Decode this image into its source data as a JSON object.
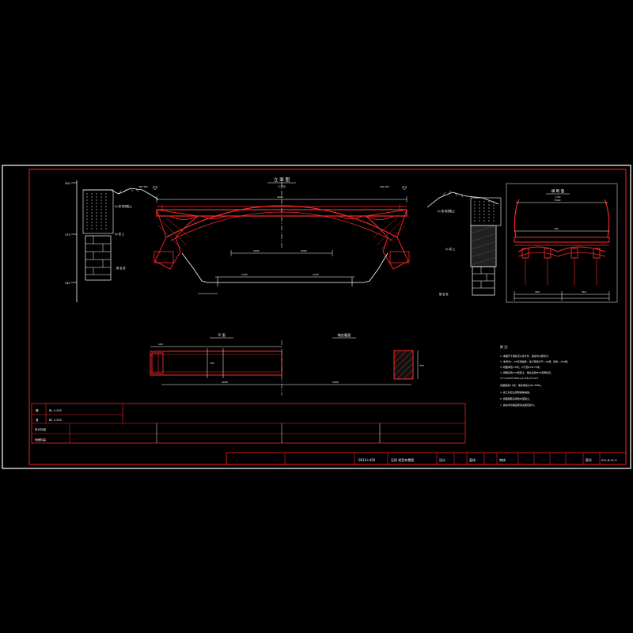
{
  "colors": {
    "background": "#000000",
    "frame": "#ffffff",
    "inner_frame": "#ff2020",
    "structure": "#ff2a2a",
    "dimension": "#ffffff",
    "text": "#ffffff",
    "label": "#ffffff",
    "accent": "#e8e800",
    "cyan": "#00e0e0"
  },
  "elevation_view": {
    "title": "立 面 图",
    "scale": "1:200"
  },
  "section_view": {
    "title": "横 断 面",
    "scale": "1:50"
  },
  "plan_view": {
    "title": "平 面",
    "side_title": "墩台截面"
  },
  "scale_block": {
    "rows": [
      {
        "key": "横",
        "value": "纵: 1:200"
      },
      {
        "key": "竖",
        "value": "纵: 1:200"
      },
      {
        "key": "设计标高",
        "value": ""
      },
      {
        "key": "地面标高",
        "value": ""
      }
    ]
  },
  "notes": {
    "heading": "附 注:",
    "items": [
      "1. 本图尺寸除标高以米计外，其余均以厘米计。",
      "2. 本桥为1—40米双曲拱，设计荷载为汽—20级，挂车—100级。",
      "3. 桥面净宽7.0米，人行道2×0.75米。",
      "4. 拱圈采用C30混凝土，墩台采用M10浆砌块石。",
      "   Y=-4.167X²/200+(1.2/3)·X²+0.5",
      "   基础埋深2.0米，地基承载力≥0.3MPa。",
      "5. 施工时应注意预留伸缩缝。",
      "6. 桥面铺装采用防水混凝土。",
      "7. 其余未尽事宜按有关规范执行。"
    ]
  },
  "title_block": {
    "drawing_no_left": "SK14+456",
    "drawing_title": "石桥 桥型布置图",
    "cells": [
      "设计",
      "复核",
      "审核"
    ],
    "sheet_label": "图号",
    "sheet_no": "SYL-B-12-3"
  }
}
